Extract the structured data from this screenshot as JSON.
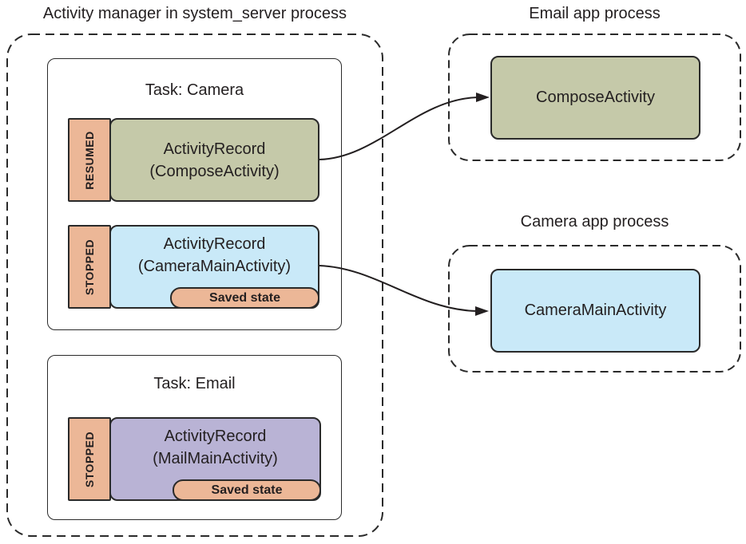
{
  "left": {
    "title": "Activity manager in system_server process",
    "task_camera": {
      "label": "Task: Camera",
      "resumed_record": {
        "state": "RESUMED",
        "line1": "ActivityRecord",
        "line2": "(ComposeActivity)"
      },
      "stopped_record": {
        "state": "STOPPED",
        "line1": "ActivityRecord",
        "line2": "(CameraMainActivity)",
        "saved_state": "Saved state"
      }
    },
    "task_email": {
      "label": "Task: Email",
      "stopped_record": {
        "state": "STOPPED",
        "line1": "ActivityRecord",
        "line2": "(MailMainActivity)",
        "saved_state": "Saved state"
      }
    }
  },
  "right": {
    "email_process": {
      "title": "Email app process",
      "activity": "ComposeActivity"
    },
    "camera_process": {
      "title": "Camera app process",
      "activity": "CameraMainActivity"
    }
  },
  "colors": {
    "olive": "#c5c9a9",
    "blue": "#c9e9f8",
    "purple": "#b9b3d5",
    "salmon": "#ecb797",
    "ink": "#231f20",
    "line": "#2a2a2a"
  }
}
